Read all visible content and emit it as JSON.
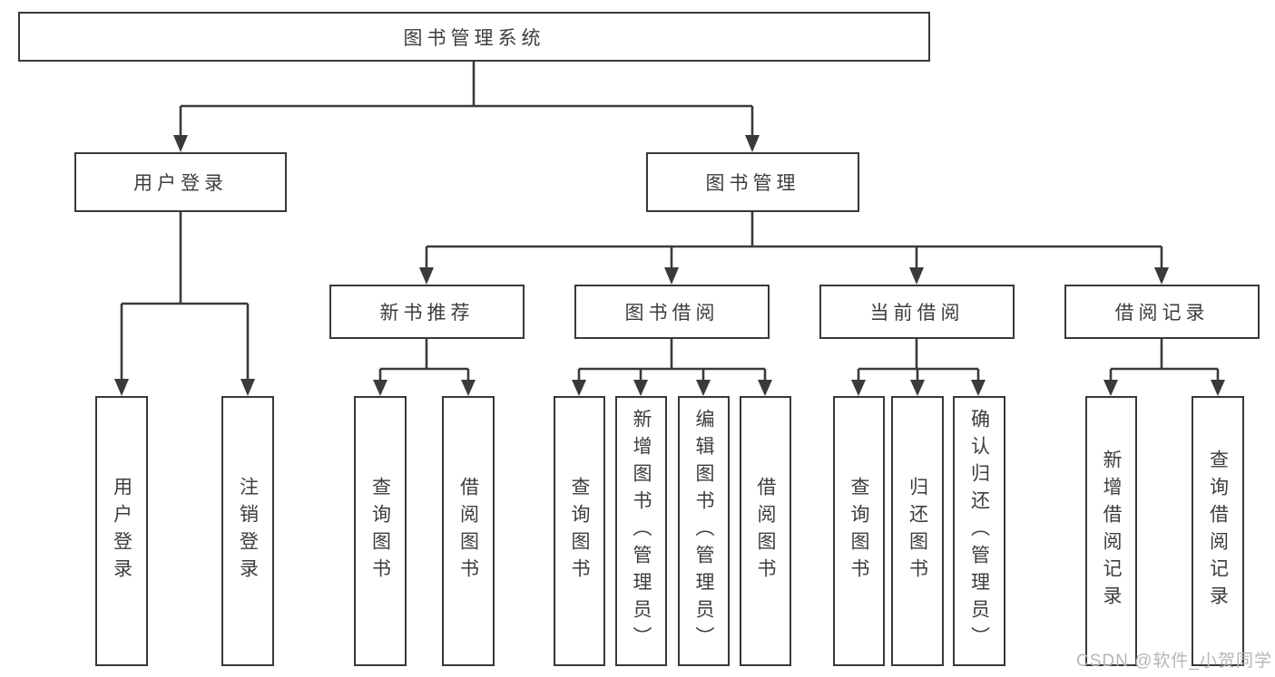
{
  "diagram": {
    "root": "图书管理系统",
    "branches": [
      {
        "label": "用户登录",
        "children": [
          "用户登录",
          "注销登录"
        ]
      },
      {
        "label": "图书管理",
        "sections": [
          {
            "label": "新书推荐",
            "children": [
              "查询图书",
              "借阅图书"
            ]
          },
          {
            "label": "图书借阅",
            "children": [
              "查询图书",
              "新增图书（管理员）",
              "编辑图书（管理员）",
              "借阅图书"
            ]
          },
          {
            "label": "当前借阅",
            "children": [
              "查询图书",
              "归还图书",
              "确认归还（管理员）"
            ]
          },
          {
            "label": "借阅记录",
            "children": [
              "新增借阅记录",
              "查询借阅记录"
            ]
          }
        ]
      }
    ]
  },
  "watermark": "CSDN @软件_小贺同学",
  "colors": {
    "line": "#3a3a3a",
    "box_border": "#383838",
    "text": "#3d3d3d",
    "background": "#ffffff",
    "watermark": "#b6b6b6"
  }
}
